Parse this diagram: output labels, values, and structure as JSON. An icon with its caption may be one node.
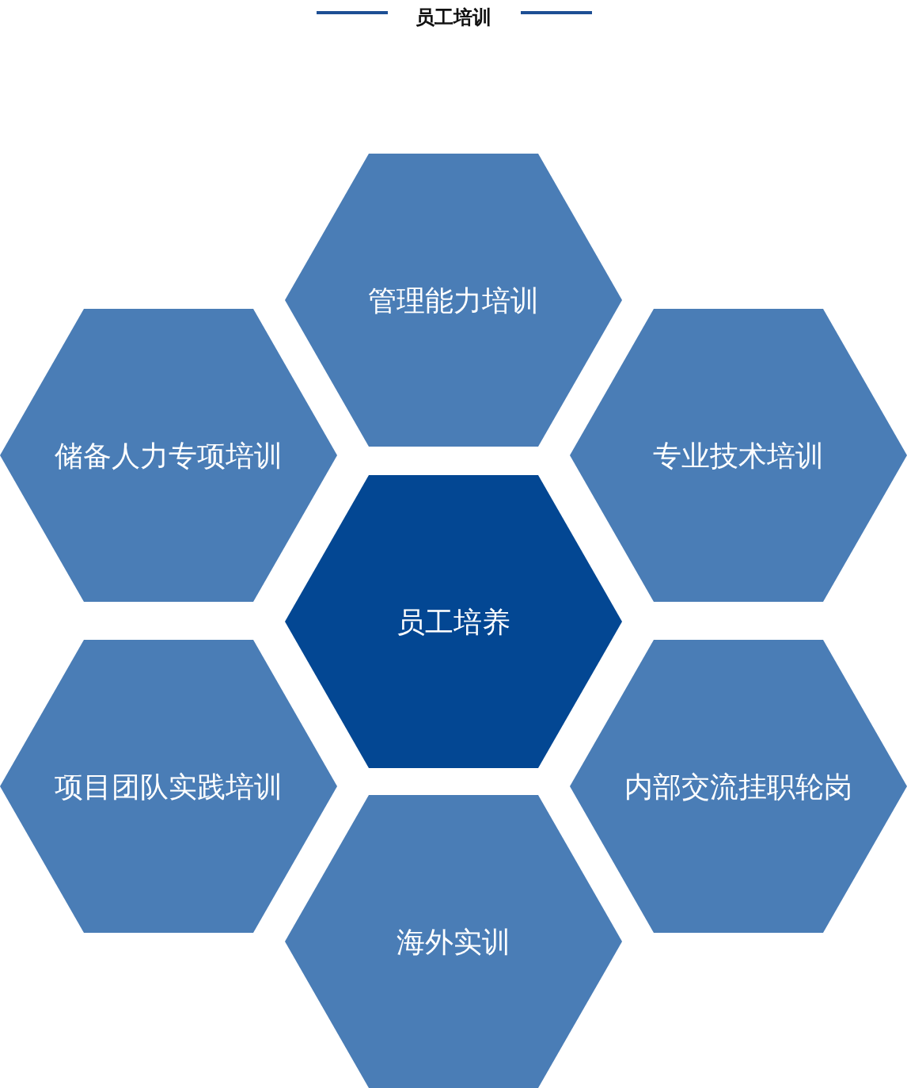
{
  "diagram": {
    "title": "员工培训",
    "nodes": [
      {
        "text": [
          "管理能力培训"
        ]
      },
      {
        "text": [
          "储备人力专项培训"
        ]
      },
      {
        "text": [
          "专业技术培训"
        ]
      },
      {
        "text": [
          "员工培养"
        ]
      },
      {
        "text": [
          "项目团队实践培训"
        ]
      },
      {
        "text": [
          "内部交流挂职轮岗"
        ]
      },
      {
        "text": [
          "海外实训"
        ]
      }
    ]
  }
}
